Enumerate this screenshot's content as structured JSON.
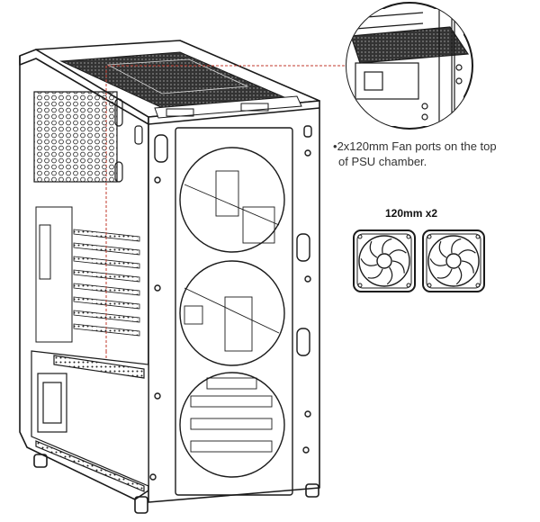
{
  "callout": {
    "bullet": "•",
    "line1": "2x120mm Fan ports on the top",
    "line2": "of  PSU chamber."
  },
  "fan_label": "120mm x2",
  "fans": [
    {
      "name": "fan-1",
      "blades": 7
    },
    {
      "name": "fan-2",
      "blades": 7
    }
  ],
  "colors": {
    "stroke": "#1a1a1a",
    "leader": "#c0392b",
    "background": "#ffffff"
  }
}
